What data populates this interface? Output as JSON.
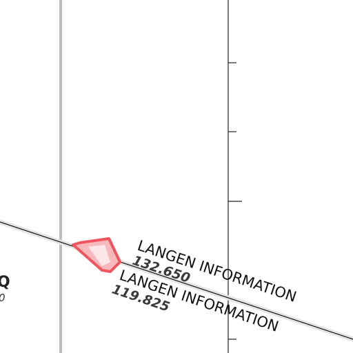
{
  "map": {
    "boundary_labels": [
      {
        "name": "LANGEN INFORMATION",
        "frequency": "132.650"
      },
      {
        "name": "LANGEN INFORMATION",
        "frequency": "119.825"
      }
    ],
    "edge_label": {
      "text": "Q",
      "sub": "0"
    },
    "colors": {
      "vertical_line": "#b8bec6",
      "boundary_line": "#111111",
      "axis_line": "#222222",
      "restricted_area_stroke": "#f0545c",
      "restricted_area_fill": "#f7b8bc",
      "restricted_area_inner": "#fde6e8"
    }
  }
}
